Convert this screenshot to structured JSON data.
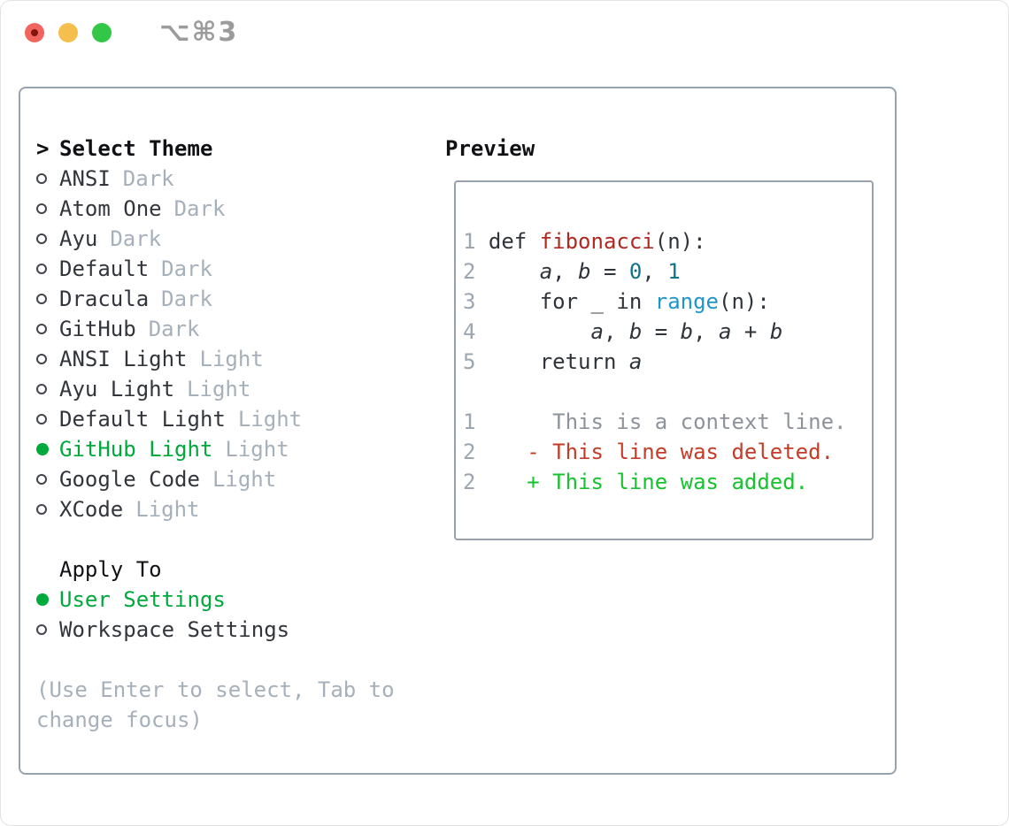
{
  "window": {
    "title": "⌥⌘3"
  },
  "left": {
    "header_prompt": ">",
    "header_label": "Select Theme",
    "themes": [
      {
        "name": "ANSI",
        "tag": "Dark",
        "selected": false
      },
      {
        "name": "Atom One",
        "tag": "Dark",
        "selected": false
      },
      {
        "name": "Ayu",
        "tag": "Dark",
        "selected": false
      },
      {
        "name": "Default",
        "tag": "Dark",
        "selected": false
      },
      {
        "name": "Dracula",
        "tag": "Dark",
        "selected": false
      },
      {
        "name": "GitHub",
        "tag": "Dark",
        "selected": false
      },
      {
        "name": "ANSI Light",
        "tag": "Light",
        "selected": false
      },
      {
        "name": "Ayu Light",
        "tag": "Light",
        "selected": false
      },
      {
        "name": "Default Light",
        "tag": "Light",
        "selected": false
      },
      {
        "name": "GitHub Light",
        "tag": "Light",
        "selected": true
      },
      {
        "name": "Google Code",
        "tag": "Light",
        "selected": false
      },
      {
        "name": "XCode",
        "tag": "Light",
        "selected": false
      }
    ],
    "apply_to_label": "Apply To",
    "apply_options": [
      {
        "name": "User Settings",
        "selected": true
      },
      {
        "name": "Workspace Settings",
        "selected": false
      }
    ],
    "help": "(Use Enter to select, Tab to change focus)"
  },
  "preview": {
    "label": "Preview",
    "lines": [
      [
        {
          "t": "1",
          "c": "num"
        },
        {
          "t": " def ",
          "c": "code"
        },
        {
          "t": "fibonacci",
          "c": "fn"
        },
        {
          "t": "(n):",
          "c": "code"
        }
      ],
      [
        {
          "t": "2",
          "c": "num"
        },
        {
          "t": "     ",
          "c": "code"
        },
        {
          "t": "a",
          "c": "var"
        },
        {
          "t": ", ",
          "c": "code"
        },
        {
          "t": "b",
          "c": "var"
        },
        {
          "t": " = ",
          "c": "code"
        },
        {
          "t": "0",
          "c": "lit"
        },
        {
          "t": ", ",
          "c": "code"
        },
        {
          "t": "1",
          "c": "lit"
        }
      ],
      [
        {
          "t": "3",
          "c": "num"
        },
        {
          "t": "     for _ in ",
          "c": "code"
        },
        {
          "t": "range",
          "c": "builtin"
        },
        {
          "t": "(n):",
          "c": "code"
        }
      ],
      [
        {
          "t": "4",
          "c": "num"
        },
        {
          "t": "         ",
          "c": "code"
        },
        {
          "t": "a",
          "c": "var"
        },
        {
          "t": ", ",
          "c": "code"
        },
        {
          "t": "b",
          "c": "var"
        },
        {
          "t": " = ",
          "c": "code"
        },
        {
          "t": "b",
          "c": "var"
        },
        {
          "t": ", ",
          "c": "code"
        },
        {
          "t": "a",
          "c": "var"
        },
        {
          "t": " + ",
          "c": "code"
        },
        {
          "t": "b",
          "c": "var"
        }
      ],
      [
        {
          "t": "5",
          "c": "num"
        },
        {
          "t": "     return ",
          "c": "code"
        },
        {
          "t": "a",
          "c": "var"
        }
      ],
      [],
      [
        {
          "t": "1",
          "c": "num"
        },
        {
          "t": "      This is a context line.",
          "c": "ctx"
        }
      ],
      [
        {
          "t": "2",
          "c": "num"
        },
        {
          "t": "    ",
          "c": "code"
        },
        {
          "t": "- This line was deleted.",
          "c": "del"
        }
      ],
      [
        {
          "t": "2",
          "c": "num"
        },
        {
          "t": "    ",
          "c": "code"
        },
        {
          "t": "+ This line was added.",
          "c": "add"
        }
      ]
    ]
  },
  "colors": {
    "accent-green": "#00a93c",
    "added-green": "#16c22d",
    "deleted-red": "#c43c28",
    "function-red": "#b0281f",
    "literal-teal": "#0f7389",
    "builtin-blue": "#1f95cc",
    "text-dark": "#2f333a",
    "muted": "#a6b0bb",
    "line-number": "#9ba6b2",
    "context-gray": "#8d939b",
    "border-gray": "#98a2ad",
    "title-gray": "#9b9b9b",
    "traffic-red": "#f2655e",
    "traffic-red-dot": "#7f160e",
    "traffic-yellow": "#f5bf4e",
    "traffic-green": "#33c748"
  }
}
